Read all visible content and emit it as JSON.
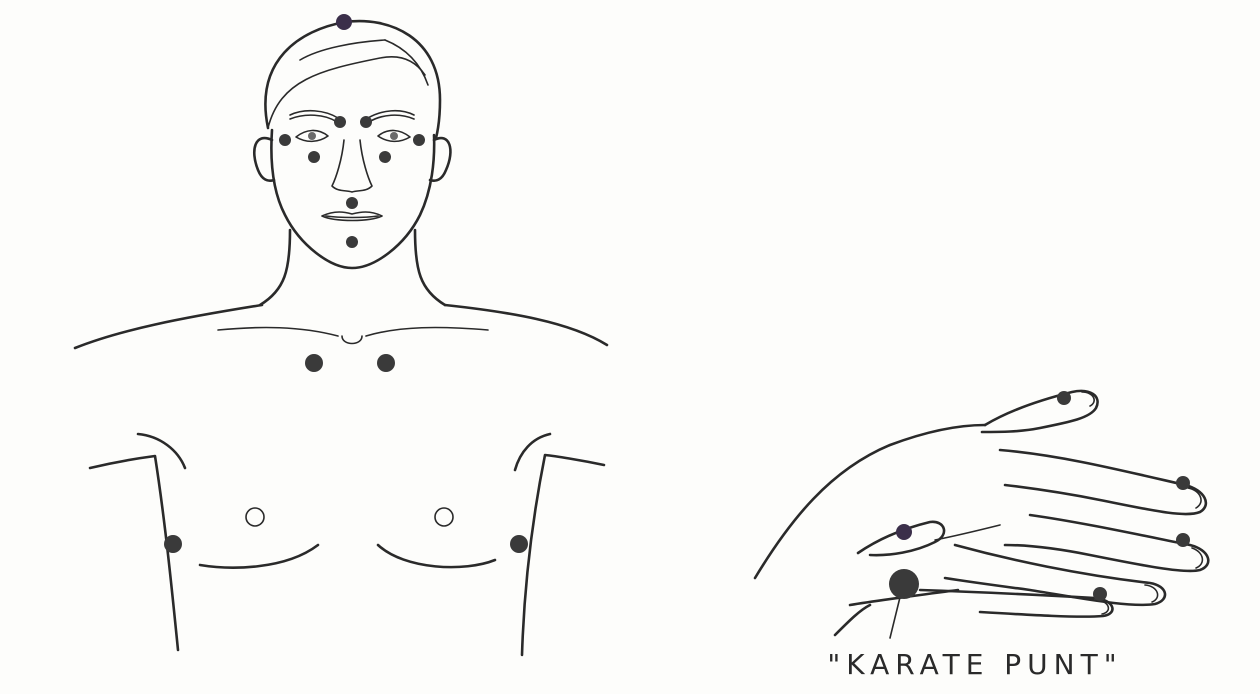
{
  "figure": {
    "caption": "\"KARATE PUNT\""
  },
  "colors": {
    "ink": "#2a2a2a",
    "dot": "#3a3a3a",
    "dot_accent": "#3b2f4a",
    "paper": "#fdfdfb"
  },
  "points": [
    {
      "name": "crown-point",
      "region": "head"
    },
    {
      "name": "eyebrow-inner-left-point",
      "region": "face"
    },
    {
      "name": "eyebrow-inner-right-point",
      "region": "face"
    },
    {
      "name": "eye-outer-left-point",
      "region": "face"
    },
    {
      "name": "eye-outer-right-point",
      "region": "face"
    },
    {
      "name": "under-eye-left-point",
      "region": "face"
    },
    {
      "name": "under-eye-right-point",
      "region": "face"
    },
    {
      "name": "under-nose-point",
      "region": "face"
    },
    {
      "name": "chin-point",
      "region": "face"
    },
    {
      "name": "collarbone-left-point",
      "region": "chest"
    },
    {
      "name": "collarbone-right-point",
      "region": "chest"
    },
    {
      "name": "underarm-left-point",
      "region": "torso"
    },
    {
      "name": "underarm-right-point",
      "region": "torso"
    },
    {
      "name": "thumb-tip-point",
      "region": "hand"
    },
    {
      "name": "index-fingernail-point",
      "region": "hand"
    },
    {
      "name": "middle-fingernail-point",
      "region": "hand"
    },
    {
      "name": "ring-fingernail-point",
      "region": "hand"
    },
    {
      "name": "thumb-knuckle-point",
      "region": "hand"
    },
    {
      "name": "karate-chop-point",
      "region": "hand"
    }
  ]
}
